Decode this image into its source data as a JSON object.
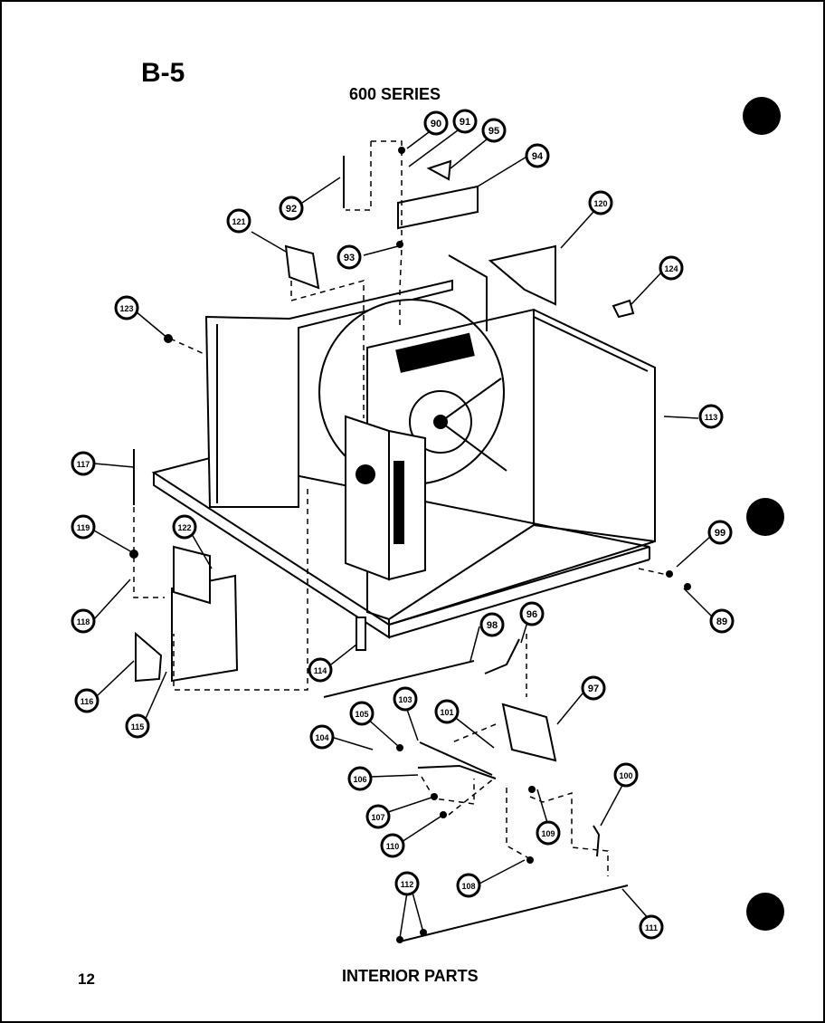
{
  "header": {
    "sheet_id": "B-5",
    "series": "600 SERIES"
  },
  "footer": {
    "page_number": "12",
    "caption": "INTERIOR PARTS"
  },
  "callouts": [
    "90",
    "91",
    "95",
    "94",
    "92",
    "93",
    "121",
    "120",
    "124",
    "123",
    "113",
    "117",
    "119",
    "122",
    "118",
    "116",
    "115",
    "114",
    "99",
    "89",
    "98",
    "96",
    "97",
    "103",
    "105",
    "101",
    "104",
    "106",
    "107",
    "110",
    "100",
    "109",
    "108",
    "112",
    "111"
  ]
}
